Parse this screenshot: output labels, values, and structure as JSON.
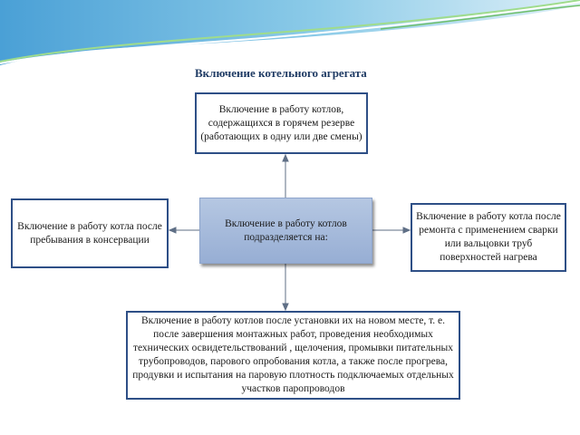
{
  "title": "Включение котельного агрегата",
  "center": {
    "text": "Включение в работу котлов подразделяется на:"
  },
  "branches": {
    "top": "Включение в работу котлов, содержащихся в горячем резерве (работающих в одну или две смены)",
    "left": "Включение в работу котла после пребывания в консервации",
    "right": "Включение в работу котла после ремонта с применением сварки или вальцовки труб поверхностей нагрева",
    "bottom": "Включение в работу котлов после установки их на новом месте, т. е. после завершения монтажных работ, проведения необходимых технических освидетельствований , щелочения, промывки питательных трубопроводов, парового опробования котла, а также после прогрева, продувки и испытания на паровую плотность подключаемых отдельных участков паропроводов"
  },
  "colors": {
    "accent": "#2e4f86",
    "center_fill": "#a8bcdc",
    "title_color": "#1f3b64",
    "decor_blue": "#7fbde0",
    "decor_green": "#8fcf8a"
  }
}
